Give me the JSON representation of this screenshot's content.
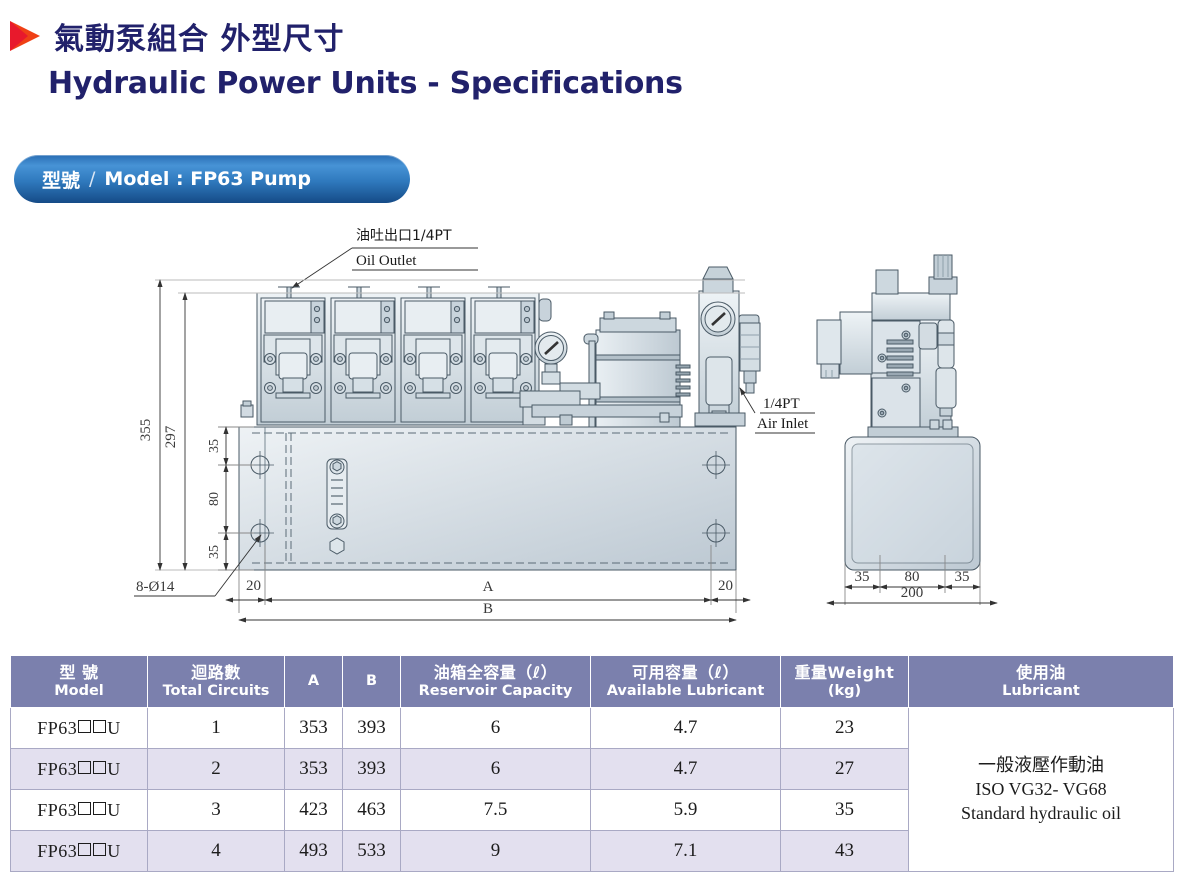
{
  "header": {
    "title_cn": "氣動泵組合 外型尺寸",
    "title_en": "Hydraulic Power Units - Specifications",
    "bullet_icon": "triangle-right-icon",
    "model_badge": {
      "label_cn": "型號",
      "separator": "/",
      "label_en": "Model : FP63 Pump"
    }
  },
  "drawing": {
    "callouts": {
      "oil_outlet_cn": "油吐出口1/4PT",
      "oil_outlet_en": "Oil Outlet",
      "air_inlet_size": "1/4PT",
      "air_inlet_en": "Air Inlet",
      "hole_note": "8-Ø14"
    },
    "front_view_dims": {
      "overall_height": "355",
      "body_height": "297",
      "top_pitch": "35",
      "mid_pitch": "80",
      "bottom_pitch": "35",
      "left_offset": "20",
      "right_offset": "20",
      "length_a": "A",
      "length_b": "B"
    },
    "side_view_dims": {
      "left_pitch": "35",
      "center_pitch": "80",
      "right_pitch": "35",
      "overall_width": "200"
    }
  },
  "table": {
    "columns": [
      {
        "cn": "型 號",
        "en": "Model"
      },
      {
        "cn": "迴路數",
        "en": "Total Circuits"
      },
      {
        "cn": "",
        "en": "A"
      },
      {
        "cn": "",
        "en": "B"
      },
      {
        "cn": "油箱全容量（ℓ）",
        "en": "Reservoir Capacity"
      },
      {
        "cn": "可用容量（ℓ）",
        "en": "Available Lubricant"
      },
      {
        "cn": "重量Weight",
        "en": "(kg)"
      },
      {
        "cn": "使用油",
        "en": "Lubricant"
      }
    ],
    "model_prefix": "FP63",
    "model_suffix": "U",
    "rows": [
      {
        "circuits": "1",
        "a": "353",
        "b": "393",
        "reservoir": "6",
        "available": "4.7",
        "weight": "23"
      },
      {
        "circuits": "2",
        "a": "353",
        "b": "393",
        "reservoir": "6",
        "available": "4.7",
        "weight": "27"
      },
      {
        "circuits": "3",
        "a": "423",
        "b": "463",
        "reservoir": "7.5",
        "available": "5.9",
        "weight": "35"
      },
      {
        "circuits": "4",
        "a": "493",
        "b": "533",
        "reservoir": "9",
        "available": "7.1",
        "weight": "43"
      }
    ],
    "lubricant": {
      "line1": "一般液壓作動油",
      "line2": "ISO VG32- VG68",
      "line3": "Standard hydraulic oil"
    }
  },
  "colors": {
    "title": "#21216b",
    "bullet_red": "#e8192c",
    "bullet_orange": "#ef4016",
    "badge_blue": "#2f79bd",
    "table_header": "#7b80ad",
    "model_cell": "#c3cde6",
    "row_alt": "#e3e0ef",
    "metal_light": "#dfe6ec",
    "metal_mid": "#b9c5cd",
    "outline": "#4a5a66"
  }
}
